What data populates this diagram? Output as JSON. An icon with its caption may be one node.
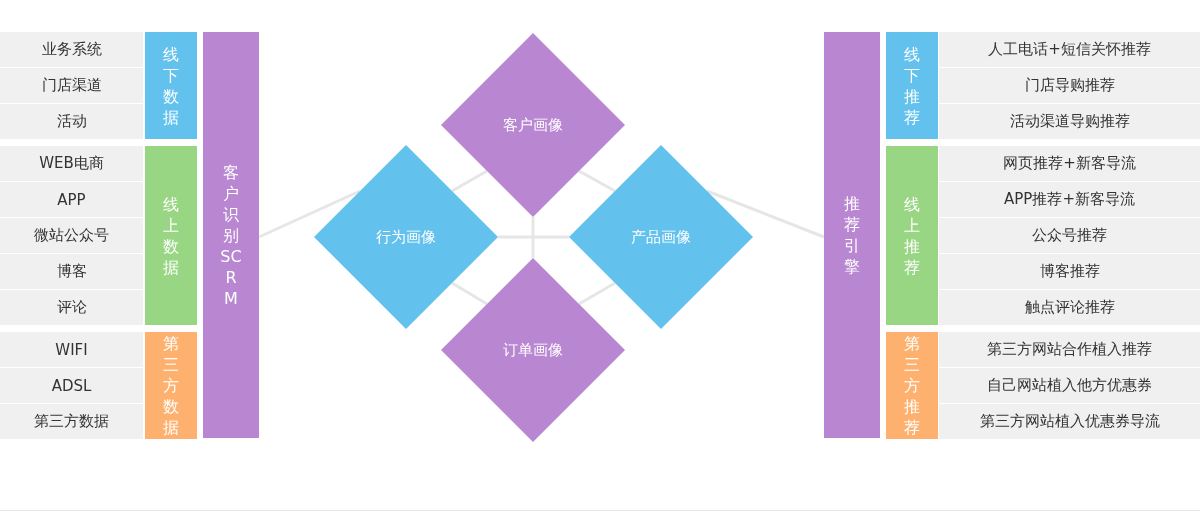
{
  "diagram": {
    "nodes": [
      {
        "text": [
          "业务系统"
        ]
      },
      {
        "text": [
          "门店渠道"
        ]
      },
      {
        "text": [
          "活动"
        ]
      },
      {
        "text": [
          "线下数据"
        ]
      },
      {
        "text": [
          "WEB电商"
        ]
      },
      {
        "text": [
          "APP"
        ]
      },
      {
        "text": [
          "微站公众号"
        ]
      },
      {
        "text": [
          "博客"
        ]
      },
      {
        "text": [
          "评论"
        ]
      },
      {
        "text": [
          "线上数据"
        ]
      },
      {
        "text": [
          "WIFI"
        ]
      },
      {
        "text": [
          "ADSL"
        ]
      },
      {
        "text": [
          "第三方数据"
        ]
      },
      {
        "text": [
          "第三方数据"
        ]
      },
      {
        "text": [
          "客户识别SCRM"
        ]
      },
      {
        "text": [
          "客户画像"
        ]
      },
      {
        "text": [
          "行为画像"
        ]
      },
      {
        "text": [
          "产品画像"
        ]
      },
      {
        "text": [
          "订单画像"
        ]
      },
      {
        "text": [
          "推荐引擎"
        ]
      },
      {
        "text": [
          "线下推荐"
        ]
      },
      {
        "text": [
          "人工电话+短信关怀推荐"
        ]
      },
      {
        "text": [
          "门店导购推荐"
        ]
      },
      {
        "text": [
          "活动渠道导购推荐"
        ]
      },
      {
        "text": [
          "线上推荐"
        ]
      },
      {
        "text": [
          "网页推荐+新客导流"
        ]
      },
      {
        "text": [
          "APP推荐+新客导流"
        ]
      },
      {
        "text": [
          "公众号推荐"
        ]
      },
      {
        "text": [
          "博客推荐"
        ]
      },
      {
        "text": [
          "触点评论推荐"
        ]
      },
      {
        "text": [
          "第三方推荐"
        ]
      },
      {
        "text": [
          "第三方网站合作植入推荐"
        ]
      },
      {
        "text": [
          "自己网站植入他方优惠券"
        ]
      },
      {
        "text": [
          "第三方网站植入优惠券导流"
        ]
      }
    ],
    "edges": [
      {
        "from": 14,
        "to": 16,
        "arrow": "none"
      },
      {
        "from": 16,
        "to": 17,
        "arrow": "none"
      },
      {
        "from": 17,
        "to": 19,
        "arrow": "none"
      },
      {
        "from": 15,
        "to": 18,
        "arrow": "none"
      },
      {
        "from": 15,
        "to": 16,
        "arrow": "none"
      },
      {
        "from": 15,
        "to": 17,
        "arrow": "none"
      },
      {
        "from": 16,
        "to": 18,
        "arrow": "none"
      },
      {
        "from": 17,
        "to": 18,
        "arrow": "none"
      }
    ]
  }
}
